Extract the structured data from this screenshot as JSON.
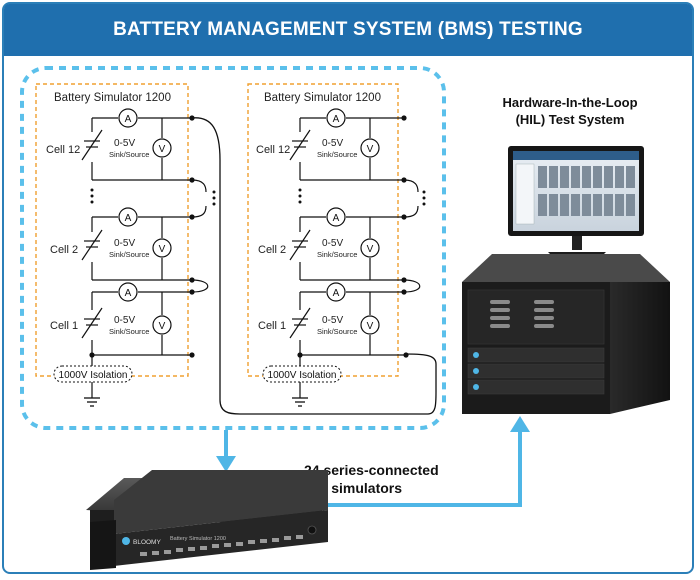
{
  "header": {
    "title": "BATTERY MANAGEMENT SYSTEM (BMS) TESTING"
  },
  "simulators": [
    {
      "title": "Battery Simulator 1200",
      "cells": [
        {
          "label": "Cell 12",
          "source": "0-5V",
          "mode": "Sink/Source"
        },
        {
          "label": "Cell 2",
          "source": "0-5V",
          "mode": "Sink/Source"
        },
        {
          "label": "Cell 1",
          "source": "0-5V",
          "mode": "Sink/Source"
        }
      ],
      "isolation": "1000V Isolation"
    },
    {
      "title": "Battery Simulator 1200",
      "cells": [
        {
          "label": "Cell 12",
          "source": "0-5V",
          "mode": "Sink/Source"
        },
        {
          "label": "Cell 2",
          "source": "0-5V",
          "mode": "Sink/Source"
        },
        {
          "label": "Cell 1",
          "source": "0-5V",
          "mode": "Sink/Source"
        }
      ],
      "isolation": "1000V Isolation"
    }
  ],
  "meters": {
    "ammeter": "A",
    "voltmeter": "V"
  },
  "hil": {
    "title_line1": "Hardware-In-the-Loop",
    "title_line2": "(HIL) Test System"
  },
  "caption": {
    "line1": "24 series-connected",
    "line2": "cell simulators"
  },
  "device": {
    "brand": "BLOOMY",
    "model": "Battery Simulator 1200"
  },
  "colors": {
    "header": "#1f6fae",
    "frame": "#2b7fb8",
    "dashed_outline": "#5bc0eb",
    "arrow": "#4fb6e6",
    "box_border": "#f0a030"
  }
}
